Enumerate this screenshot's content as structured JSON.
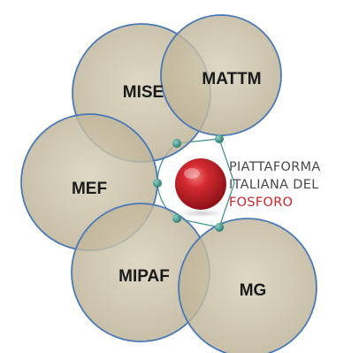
{
  "nodes": [
    {
      "id": "mise",
      "label": "MISE"
    },
    {
      "id": "mattm",
      "label": "MATTM"
    },
    {
      "id": "mef",
      "label": "MEF"
    },
    {
      "id": "mipaf",
      "label": "MIPAF"
    },
    {
      "id": "mg",
      "label": "MG"
    }
  ],
  "logo": {
    "line1": "PIATTAFORMA",
    "line2": "ITALIANA DEL",
    "line3": "FOSFORO"
  },
  "colors": {
    "circle_fill": "#c7bea5",
    "circle_stroke": "#4a79b8",
    "connector": "#3a8f8a",
    "sphere": "#c8232b",
    "logo_text": "#4a4a4a",
    "logo_accent": "#c8232b"
  }
}
